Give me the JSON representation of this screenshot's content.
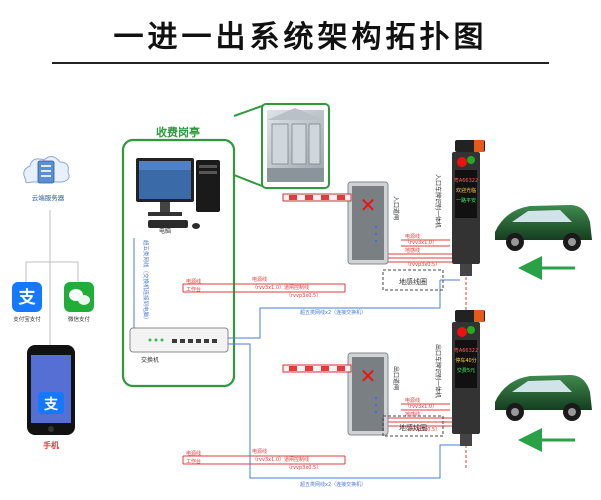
{
  "title": "一进一出系统架构拓扑图",
  "booth": {
    "label": "收费岗亭",
    "computer_label": "电脑",
    "switch_label": "交换机"
  },
  "cloud_server_label": "云端服务器",
  "pay_apps": [
    {
      "label": "支付宝支付",
      "icon": "alipay-icon",
      "color": "#1677ff"
    },
    {
      "label": "微信支付",
      "icon": "wechat-pay-icon",
      "color": "#22ac38"
    }
  ],
  "phone_label": "手机",
  "wire_labels": {
    "network_vertical": "超五类网线（交换机连接到电脑）",
    "power": "电源线",
    "workbench": "工作台",
    "power_cable": "电源线",
    "power_cable_spec": "（rvv3x1.0）",
    "control_cable": "道闸控制线",
    "control_cable_spec": "（rvvp3x0.5）"
  },
  "lanes": [
    {
      "gate_label": "入口道闸",
      "camera_label": "入口车牌识别一体机",
      "display_lines": [
        "粤A66322",
        "欢迎光临",
        "一路平安"
      ],
      "loop_label": "地感线圈",
      "network_label": "超五类网线x2（连接交换机）",
      "wire_power": "电源线",
      "wire_power_spec": "（rvv3x1.0）",
      "wire_loop": "地感线",
      "wire_loop_spec": "（rvvp3x0.5）"
    },
    {
      "gate_label": "出口道闸",
      "camera_label": "出口车牌识别一体机",
      "display_lines": [
        "粤A66322",
        "停车40分",
        "交费5元"
      ],
      "loop_label": "地感线圈",
      "network_label": "超五类网线x2（连接交换机）",
      "wire_power": "电源线",
      "wire_power_spec": "（rvv3x1.0）",
      "wire_loop": "地感线",
      "wire_loop_spec": "（rvvp3x0.5）"
    }
  ],
  "colors": {
    "booth_border": "#2e9a3c",
    "red_wire": "#e23b3b",
    "blue_wire": "#4a7bd6",
    "arrow": "#2aa146",
    "car": "#1f5a2c"
  }
}
